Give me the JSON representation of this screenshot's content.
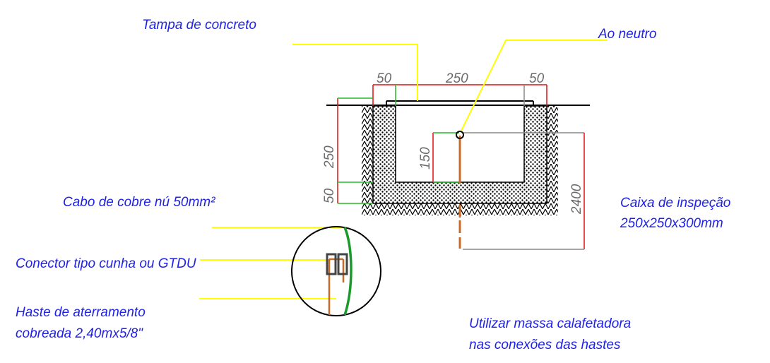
{
  "labels": {
    "tampa": "Tampa de concreto",
    "ao_neutro": "Ao neutro",
    "cabo": "Cabo de cobre nú 50mm²",
    "conector": "Conector tipo cunha ou GTDU",
    "haste_1": "Haste de aterramento",
    "haste_2": "cobreada 2,40mx5/8\"",
    "caixa_1": "Caixa de inspeção",
    "caixa_2": "250x250x300mm",
    "nota_1": "Utilizar massa calafetadora",
    "nota_2": "nas conexões das hastes"
  },
  "dimensions": {
    "top_left": "50",
    "top_mid": "250",
    "top_right": "50",
    "left_upper": "250",
    "left_lower": "50",
    "inner": "150",
    "rod_length": "2400"
  },
  "colors": {
    "label_text": "#1f22e6",
    "dim_text": "#6b6b6b",
    "leader": "#ffff00",
    "dim_red": "#e01010",
    "dim_green": "#22bb22",
    "rod": "#c86a28",
    "cable": "#1a9a2a"
  }
}
